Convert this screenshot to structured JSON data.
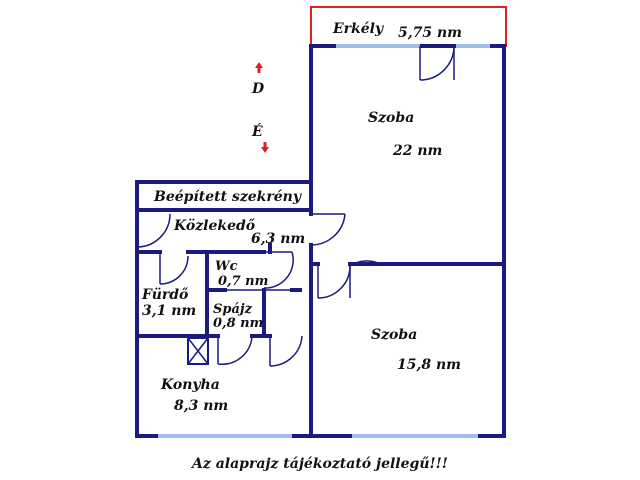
{
  "compass": {
    "south_label": "D",
    "north_label": "É",
    "arrow_color": "#dd2222"
  },
  "rooms": {
    "balcony": {
      "name": "Erkély",
      "area": "5,75 nm"
    },
    "room_large": {
      "name": "Szoba",
      "area": "22 nm"
    },
    "wardrobe": {
      "name": "Beépített szekrény"
    },
    "hallway": {
      "name": "Közlekedő",
      "area": "6,3 nm"
    },
    "wc": {
      "name": "Wc",
      "area": "0,7 nm"
    },
    "bathroom": {
      "name": "Fürdő",
      "area": "3,1 nm"
    },
    "pantry": {
      "name": "Spájz",
      "area": "0,8 nm"
    },
    "room_small": {
      "name": "Szoba",
      "area": "15,8 nm"
    },
    "kitchen": {
      "name": "Konyha",
      "area": "8,3 nm"
    }
  },
  "footer_note": "Az alaprajz tájékoztató jellegű!!!",
  "colors": {
    "wall": "#1a1a80",
    "window": "#9ec0e6",
    "balcony_outline": "#dd2222",
    "text": "#111111"
  }
}
